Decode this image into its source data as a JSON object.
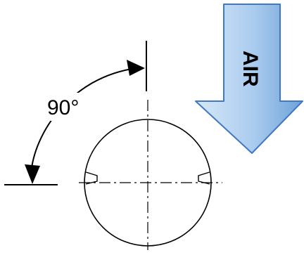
{
  "diagram": {
    "angle_label": "90°",
    "angle_degrees": 90,
    "airflow_label": "AIR",
    "airflow_direction": "down",
    "arrow_fill_top": "#d7e8f8",
    "arrow_fill_bottom": "#6ea2d8",
    "arrow_stroke": "#3f78c4",
    "line_color": "#000000",
    "centerline_style": "dash-dot"
  }
}
